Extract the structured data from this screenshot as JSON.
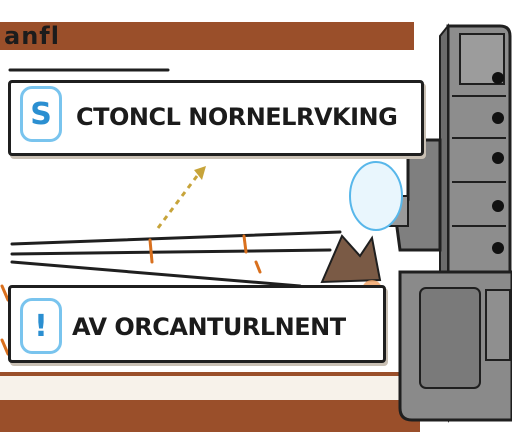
{
  "banner": {
    "title": "anfl"
  },
  "cards": [
    {
      "icon": "s-badge-icon",
      "badge_text": "S",
      "label": "CTONCL NORNELRVKING"
    },
    {
      "icon": "exclamation-badge-icon",
      "badge_text": "!",
      "label": "AV ORCANTURLNENT"
    }
  ],
  "colors": {
    "banner": "#9a4f2a",
    "badge_border": "#79c4ee",
    "badge_glyph": "#2b8fd1",
    "machine_body": "#8a8a8a",
    "outline": "#1f1f1f"
  }
}
